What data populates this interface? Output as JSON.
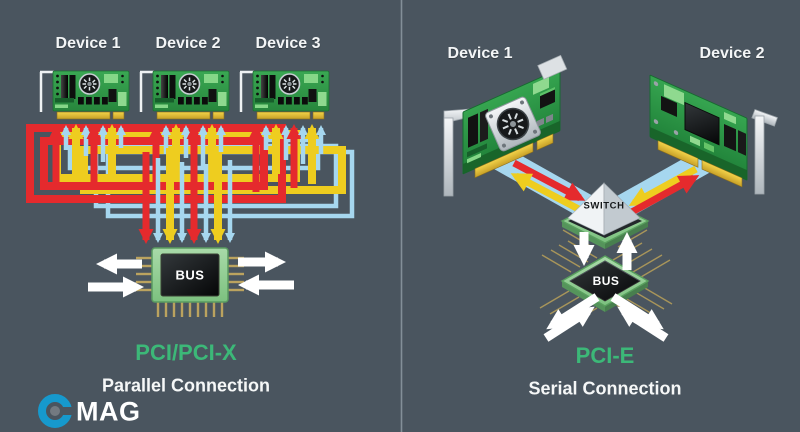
{
  "left_panel": {
    "devices": [
      {
        "label": "Device 1"
      },
      {
        "label": "Device 2"
      },
      {
        "label": "Device 3"
      }
    ],
    "bus_label": "BUS",
    "title": "PCI/PCI-X",
    "subtitle": "Parallel Connection"
  },
  "right_panel": {
    "devices": [
      {
        "label": "Device 1"
      },
      {
        "label": "Device 2"
      }
    ],
    "switch_label": "SWITCH",
    "bus_label": "BUS",
    "title": "PCI-E",
    "subtitle": "Serial Connection"
  },
  "logo": {
    "text": "MAG"
  },
  "colors": {
    "background": "#4a555f",
    "bus_line_red": "#e52a2d",
    "bus_line_yellow": "#eecd1f",
    "bus_line_blue": "#a6d7ef",
    "title_green": "#3cb878",
    "card_green": "#2f9e4a",
    "connector_gold": "#e7c43c",
    "arrow_white": "#ffffff",
    "logo_blue": "#1699cd"
  }
}
